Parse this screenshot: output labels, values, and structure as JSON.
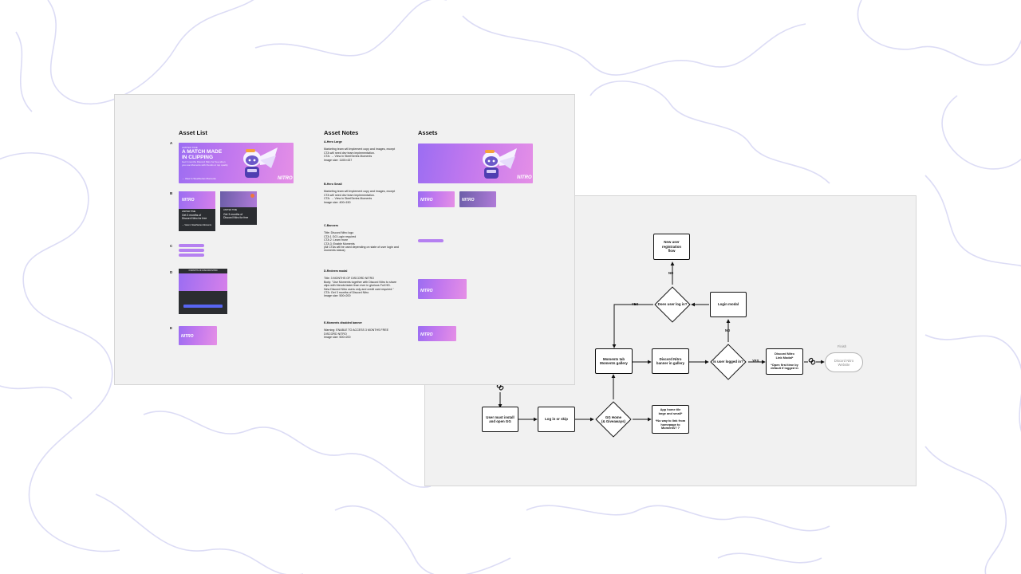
{
  "asset_board": {
    "columns": {
      "list": "Asset List",
      "notes": "Asset Notes",
      "assets": "Assets"
    },
    "rows": [
      {
        "letter": "A",
        "note_title": "A-Hero Large",
        "note_body": "Marketing team will implement copy and images, except CTA will need dev team implementation.\nCTA: → View in SteelSeries Moments\nImage size: 1100×437"
      },
      {
        "letter": "B",
        "note_title": "B-Hero Small",
        "note_body": "Marketing team will implement copy and images, except CTA will need dev team implementation.\nCTA: → View in SteelSeries Moments\nImage size: 400×150"
      },
      {
        "letter": "C",
        "note_title": "C-Banners",
        "note_body": "Title: Discord Nitro logo\nCTA 1 GG Login required\nCTA 2: Learn more\nCTA 3: Enable Moments\n(All CTAs will be used depending on state of user login and moments status)"
      },
      {
        "letter": "D",
        "note_title": "D-Redeem modal",
        "note_body": "Title: 3 MONTHS OF DISCORD NITRO\nBody: \"Use Moments together with Discord Nitro to share clips with friends faster than ever in glorious Full HD.\nNew Discord Nitro users only and credit card required.\"\nCTA: Get 3 months of Discord Nitro\nImage size: 500×200"
      },
      {
        "letter": "E",
        "note_title": "E-Moments disabled banner",
        "note_body": "Warning: ENABLE TO ACCESS 3 MONTHS FREE DISCORD NITRO\nImage size: 500×200"
      }
    ],
    "hero": {
      "title": "A MATCH MADE\nIN CLIPPING",
      "eyebrow": "LIMITED TIME",
      "sub": "Get 3 months Discord Nitro for free when you use Moments with friends or top quality",
      "cta": "→ View in SteelSeries Moments",
      "nitro": "NITRO"
    },
    "small_cards": [
      {
        "label": "LIMITED TIME",
        "text": "Get 3 months of\nDiscord Nitro for free",
        "footer": "→ View in SteelSeries Moments"
      },
      {
        "label": "LIMITED TIME",
        "text": "Get 3 months of\nDiscord Nitro for free",
        "footer": ""
      }
    ],
    "modal": {
      "title": "3 MONTHS OF DISCORD NITRO"
    },
    "colors": {
      "purple_start": "#9b6df2",
      "purple_end": "#e58fe6",
      "dark_card": "#2b2d31",
      "modal_button": "#5865f2"
    }
  },
  "flowchart": {
    "nodes": {
      "install": "User must install and open GG",
      "login_skip": "Log in or skip",
      "gg_home": "GG Home\n(& Giveaways)",
      "app_home_tile": "App home tile\nlarge and small*\n\n*No way to link from homepage to Moments? ?",
      "moments_tab": "Moments tab\nMoments gallery",
      "nitro_banner": "Discord Nitro\nbanner in gallery",
      "is_logged_in": "Is user logged in?",
      "nitro_link_modal": "Discord Nitro\nLink Modal*\n\n*Open first time by default if logged in",
      "login_modal": "Login modal",
      "does_log_in": "Does user log in?",
      "new_user_reg": "New user registration\nflow",
      "nitro_website": "Discord Nitro\nWebsite"
    },
    "edge_labels": {
      "yes_left": "YES",
      "yes_right": "YES",
      "no_up_login": "NO",
      "no_up_reg": "NO"
    },
    "finish_label": "Finish"
  }
}
